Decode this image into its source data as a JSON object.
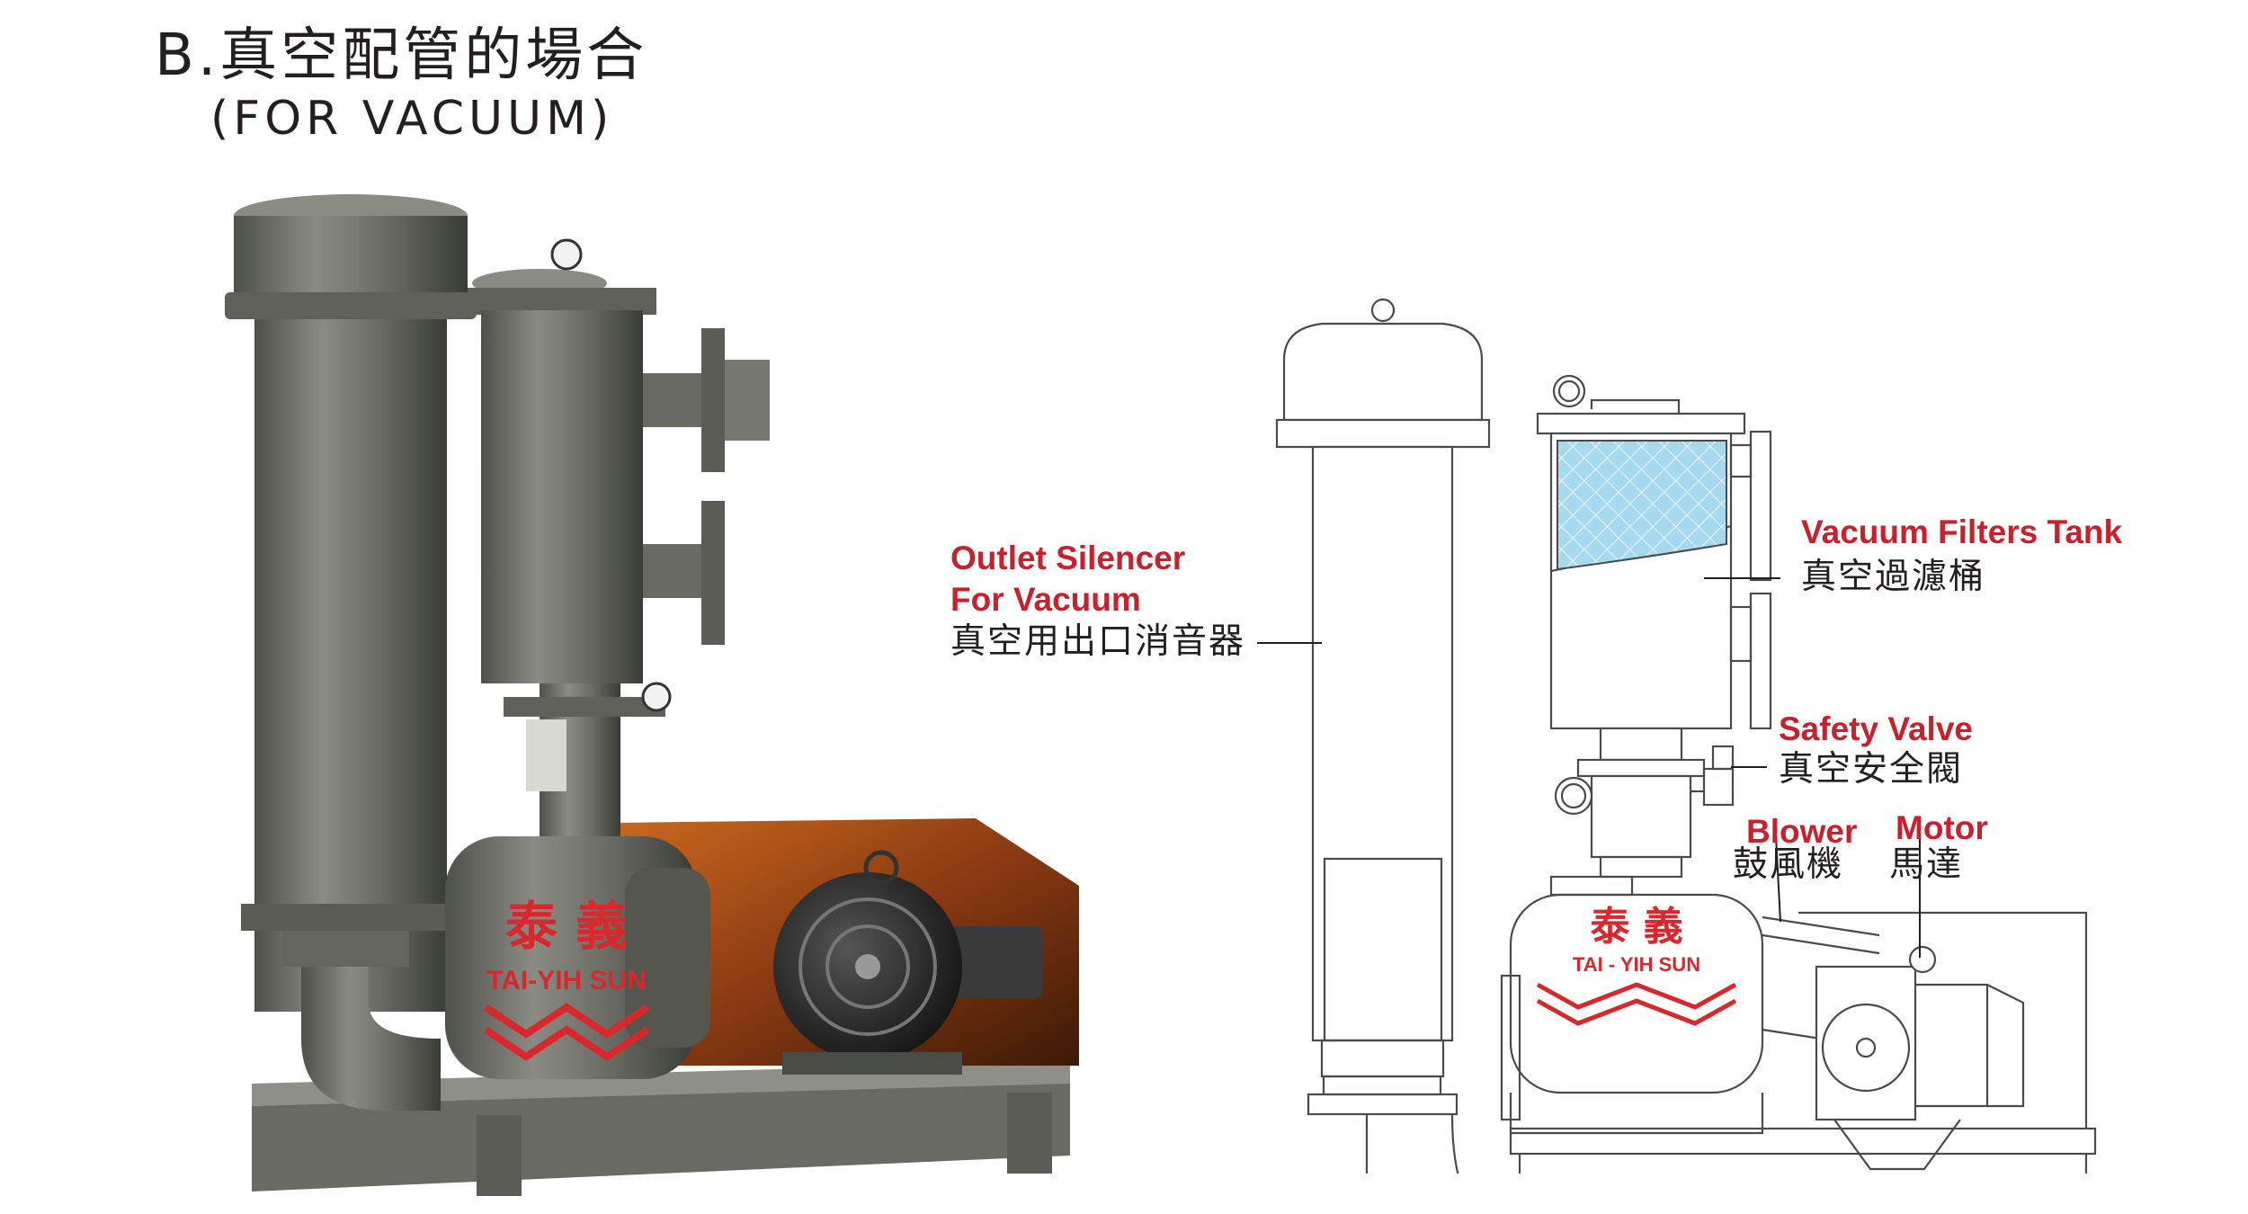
{
  "heading": {
    "title": "B.真空配管的場合",
    "subtitle": "(FOR VACUUM)"
  },
  "brand": {
    "chinese": "泰 義",
    "english": "TAI-YIH SUN",
    "english_drawing": "TAI - YIH SUN"
  },
  "labels": {
    "outlet_silencer": {
      "en_line1": "Outlet Silencer",
      "en_line2": "For Vacuum",
      "zh": "真空用出口消音器"
    },
    "vacuum_filters_tank": {
      "en": "Vacuum Filters Tank",
      "zh": "真空過濾桶"
    },
    "safety_valve": {
      "en": "Safety Valve",
      "zh": "真空安全閥"
    },
    "blower": {
      "en": "Blower",
      "zh": "鼓風機"
    },
    "motor": {
      "en": "Motor",
      "zh": "馬達"
    }
  },
  "colors": {
    "label_red": "#c8202d",
    "body_gray": "#6e7068",
    "brand_red": "#d8282c",
    "filter_blue": "#a6d8ee",
    "base_orange": "#b85a1c"
  }
}
